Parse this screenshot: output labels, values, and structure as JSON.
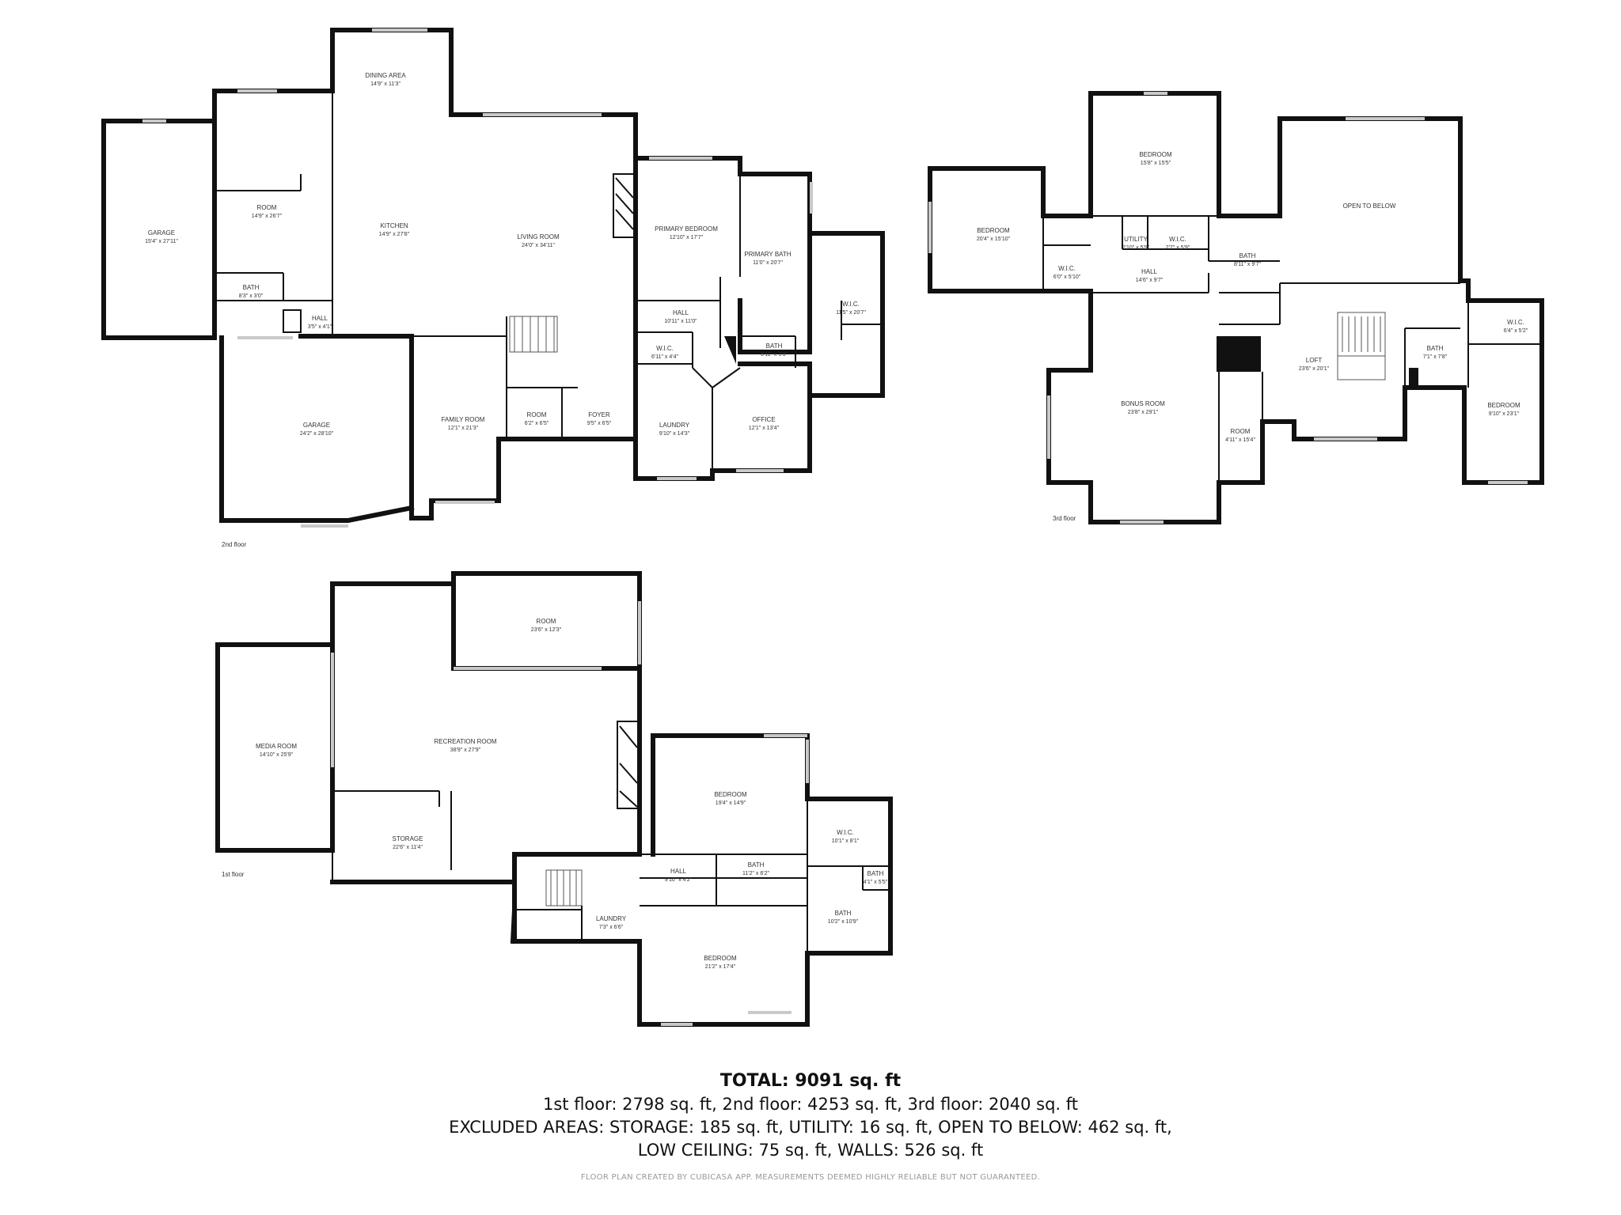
{
  "plans": {
    "second_floor": {
      "label": "2nd floor",
      "rooms": [
        {
          "name": "DINING AREA",
          "dim": "14'9\" x 11'3\""
        },
        {
          "name": "KITCHEN",
          "dim": "14'9\" x 27'8\""
        },
        {
          "name": "LIVING ROOM",
          "dim": "24'0\" x 34'11\""
        },
        {
          "name": "GARAGE",
          "dim": "15'4\" x 27'11\""
        },
        {
          "name": "ROOM",
          "dim": "14'9\" x 26'7\""
        },
        {
          "name": "BATH",
          "dim": "8'3\" x 3'0\""
        },
        {
          "name": "HALL",
          "dim": "3'5\" x 4'1\""
        },
        {
          "name": "GARAGE",
          "dim": "24'2\" x 28'10\""
        },
        {
          "name": "FAMILY ROOM",
          "dim": "12'1\" x 21'3\""
        },
        {
          "name": "ROOM",
          "dim": "6'2\" x 6'5\""
        },
        {
          "name": "FOYER",
          "dim": "9'5\" x 6'5\""
        },
        {
          "name": "PRIMARY BEDROOM",
          "dim": "12'10\" x 17'7\""
        },
        {
          "name": "PRIMARY BATH",
          "dim": "11'0\" x 20'7\""
        },
        {
          "name": "HALL",
          "dim": "10'11\" x 11'0\""
        },
        {
          "name": "W.I.C.",
          "dim": "6'11\" x 4'4\""
        },
        {
          "name": "BATH",
          "dim": "6'11\" x 3'3\""
        },
        {
          "name": "W.I.C.",
          "dim": "11'5\" x 20'7\""
        },
        {
          "name": "LAUNDRY",
          "dim": "9'10\" x 14'3\""
        },
        {
          "name": "OFFICE",
          "dim": "12'1\" x 13'4\""
        }
      ]
    },
    "third_floor": {
      "label": "3rd floor",
      "rooms": [
        {
          "name": "BEDROOM",
          "dim": "15'8\" x 15'5\""
        },
        {
          "name": "BEDROOM",
          "dim": "20'4\" x 15'10\""
        },
        {
          "name": "OPEN TO BELOW",
          "dim": ""
        },
        {
          "name": "UTILITY",
          "dim": "2'10\" x 5'9\""
        },
        {
          "name": "W.I.C.",
          "dim": "7'7\" x 5'9\""
        },
        {
          "name": "BATH",
          "dim": "8'11\" x 9'7\""
        },
        {
          "name": "W.I.C.",
          "dim": "6'0\" x 5'10\""
        },
        {
          "name": "HALL",
          "dim": "14'6\" x 9'7\""
        },
        {
          "name": "BONUS ROOM",
          "dim": "23'8\" x 29'1\""
        },
        {
          "name": "ROOM",
          "dim": "4'11\" x 15'4\""
        },
        {
          "name": "LOFT",
          "dim": "23'6\" x 20'1\""
        },
        {
          "name": "BATH",
          "dim": "7'1\" x 7'8\""
        },
        {
          "name": "W.I.C.",
          "dim": "6'4\" x 5'2\""
        },
        {
          "name": "BEDROOM",
          "dim": "9'10\" x 23'1\""
        }
      ]
    },
    "first_floor": {
      "label": "1st floor",
      "rooms": [
        {
          "name": "ROOM",
          "dim": "23'6\" x 12'3\""
        },
        {
          "name": "MEDIA ROOM",
          "dim": "14'10\" x 25'9\""
        },
        {
          "name": "RECREATION ROOM",
          "dim": "38'9\" x 27'9\""
        },
        {
          "name": "STORAGE",
          "dim": "22'6\" x 11'4\""
        },
        {
          "name": "BEDROOM",
          "dim": "19'4\" x 14'9\""
        },
        {
          "name": "W.I.C.",
          "dim": "10'1\" x 8'1\""
        },
        {
          "name": "BATH",
          "dim": "4'1\" x 5'5\""
        },
        {
          "name": "HALL",
          "dim": "9'10\" x 4'2\""
        },
        {
          "name": "BATH",
          "dim": "11'2\" x 6'2\""
        },
        {
          "name": "BATH",
          "dim": "10'2\" x 10'9\""
        },
        {
          "name": "LAUNDRY",
          "dim": "7'3\" x 6'6\""
        },
        {
          "name": "BEDROOM",
          "dim": "21'2\" x 17'4\""
        }
      ]
    }
  },
  "summary": {
    "total": "TOTAL: 9091 sq. ft",
    "line1": "1st floor: 2798 sq. ft, 2nd floor: 4253 sq. ft, 3rd floor: 2040 sq. ft",
    "line2": "EXCLUDED AREAS: STORAGE: 185 sq. ft, UTILITY: 16 sq. ft, OPEN TO BELOW: 462 sq. ft,",
    "line3": "LOW CEILING: 75 sq. ft, WALLS: 526 sq. ft",
    "credit": "FLOOR PLAN CREATED BY CUBICASA APP. MEASUREMENTS DEEMED HIGHLY RELIABLE BUT NOT GUARANTEED."
  }
}
